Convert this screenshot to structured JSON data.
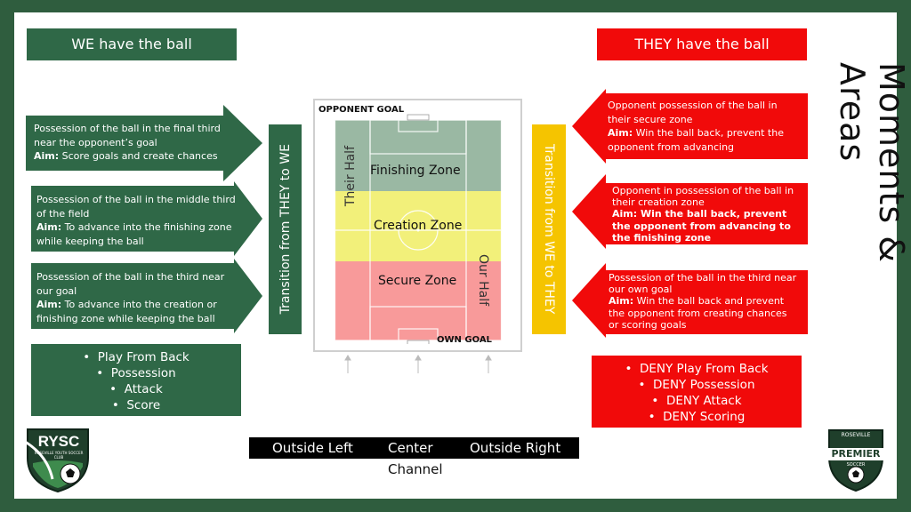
{
  "headers": {
    "we": "WE have the ball",
    "they": "THEY have the ball"
  },
  "title": "Moments & Areas",
  "left_boxes": [
    {
      "desc": "Possession of the ball in the final third near the opponent’s goal",
      "aim_label": "Aim:",
      "aim": " Score goals and create chances"
    },
    {
      "desc": "Possession of the ball in the middle third of the field",
      "aim_label": "Aim:",
      "aim": " To advance into the finishing zone while keeping the ball"
    },
    {
      "desc": "Possession of the ball in the third near our goal",
      "aim_label": "Aim:",
      "aim": " To advance into the creation or finishing zone while keeping the ball"
    }
  ],
  "right_boxes": [
    {
      "desc": "Opponent possession of the ball in their secure zone",
      "aim_label": "Aim:",
      "aim": " Win the ball back, prevent the opponent from advancing"
    },
    {
      "desc": "Opponent in possession of the ball in their creation zone",
      "aim_label": "Aim:",
      "aim": " Win the ball back, prevent the opponent from advancing to the finishing zone"
    },
    {
      "desc": "Possession of the ball in the third near our own goal",
      "aim_label": "Aim:",
      "aim": " Win the ball back and prevent the opponent from creating chances or scoring goals"
    }
  ],
  "transitions": {
    "to_we": "Transition from THEY to WE",
    "to_they": "Transition from WE to THEY"
  },
  "pitch": {
    "opponent_goal": "OPPONENT GOAL",
    "own_goal": "OWN GOAL",
    "their_half": "Their Half",
    "our_half": "Our Half",
    "zones": {
      "finishing": "Finishing Zone",
      "creation": "Creation Zone",
      "secure": "Secure Zone"
    },
    "colors": {
      "finishing": "#9ab8a3",
      "creation": "#f2f07a",
      "secure": "#f89a9a"
    }
  },
  "we_list": [
    "Play From Back",
    "Possession",
    "Attack",
    "Score"
  ],
  "they_list": [
    "DENY Play From Back",
    "DENY Possession",
    "DENY Attack",
    "DENY Scoring"
  ],
  "channel": {
    "left": "Outside Left",
    "center": "Center",
    "right": "Outside Right",
    "label": "Channel"
  },
  "logos": {
    "left_text": "RYSC",
    "left_sub": "ROSEVILLE YOUTH SOCCER CLUB",
    "right_top": "ROSEVILLE",
    "right_main": "PREMIER",
    "right_bottom": "SOCCER"
  },
  "colors": {
    "green": "#2f6847",
    "red": "#f10a0a",
    "yellow": "#f5c400",
    "frame": "#2f5d3e"
  }
}
